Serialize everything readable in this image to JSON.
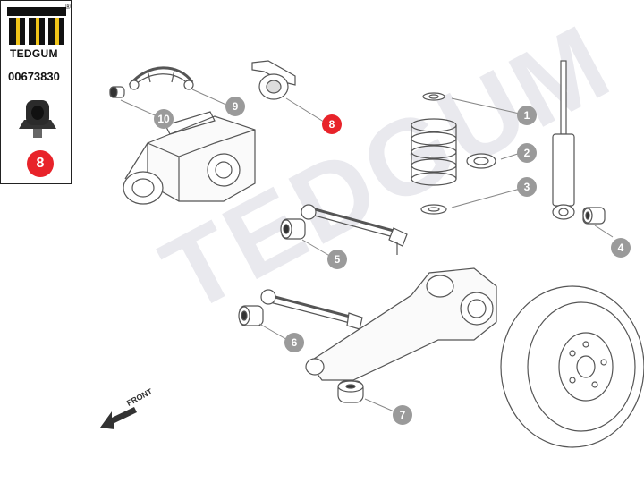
{
  "brand": {
    "name": "TEDGUM",
    "registered": "®",
    "part_number": "00673830",
    "highlight_number": "8"
  },
  "watermark": "TEDGUM",
  "direction_label": "FRONT",
  "callouts": [
    {
      "number": "1",
      "highlighted": false
    },
    {
      "number": "2",
      "highlighted": false
    },
    {
      "number": "3",
      "highlighted": false
    },
    {
      "number": "4",
      "highlighted": false
    },
    {
      "number": "5",
      "highlighted": false
    },
    {
      "number": "6",
      "highlighted": false
    },
    {
      "number": "7",
      "highlighted": false
    },
    {
      "number": "8",
      "highlighted": true
    },
    {
      "number": "9",
      "highlighted": false
    },
    {
      "number": "10",
      "highlighted": false
    }
  ],
  "colors": {
    "accent_red": "#e8232a",
    "callout_gray": "#9a9a9a",
    "line": "#555555",
    "watermark": "#e9e9ee"
  }
}
